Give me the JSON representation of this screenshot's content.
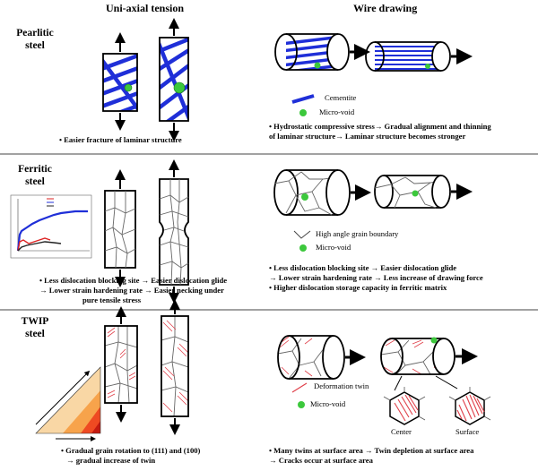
{
  "headers": {
    "uniaxial": "Uni-axial tension",
    "wire": "Wire drawing"
  },
  "rows": [
    {
      "label_line1": "Pearlitic",
      "label_line2": "steel",
      "uniaxial_caption": [
        "• Easier fracture of laminar structure"
      ],
      "legend": {
        "line_item": "Cementite",
        "dot_item": "Micro-void"
      },
      "wire_caption": [
        "• Hydrostatic compressive stress→ Gradual alignment and thinning",
        "of laminar structure→ Laminar structure becomes stronger"
      ]
    },
    {
      "label_line1": "Ferritic",
      "label_line2": "steel",
      "uniaxial_caption": [
        "• Less dislocation blocking site → Easier dislocation glide",
        "→ Lower strain hardening rate → Easier necking under",
        "pure tensile stress"
      ],
      "legend": {
        "line_item": "High angle grain boundary",
        "dot_item": "Micro-void"
      },
      "wire_caption": [
        "• Less dislocation blocking site → Easier dislocation glide",
        "→ Lower strain hardening rate → Less increase of drawing force",
        "• Higher dislocation storage capacity in ferritic matrix"
      ]
    },
    {
      "label_line1": "TWIP",
      "label_line2": "steel",
      "uniaxial_caption": [
        "• Gradual grain rotation to (111) and (100)",
        "→ gradual increase of twin"
      ],
      "legend": {
        "line_item": "Deformation twin",
        "dot_item": "Micro-void"
      },
      "hex_labels": {
        "center": "Center",
        "surface": "Surface"
      },
      "wire_caption": [
        "• Many twins at surface area → Twin depletion at surface area",
        "→ Cracks occur at surface area"
      ]
    }
  ],
  "colors": {
    "cementite": "#1f2fd8",
    "void": "#3cc83c",
    "twin": "#e0404a",
    "divider": "#333333"
  }
}
